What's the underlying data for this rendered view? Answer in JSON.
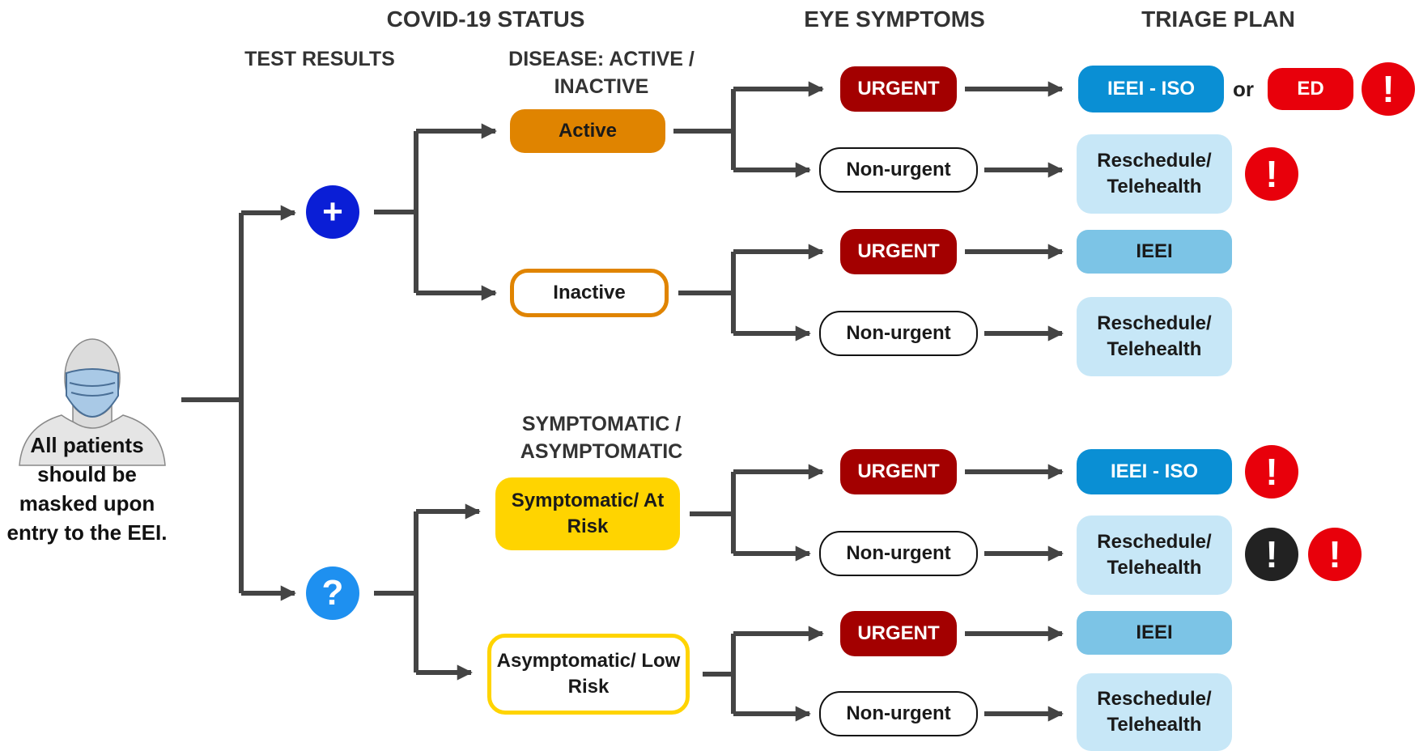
{
  "headers": {
    "covid_status": "COVID-19 STATUS",
    "eye_symptoms": "EYE SYMPTOMS",
    "triage_plan": "TRIAGE PLAN",
    "test_results": "TEST RESULTS",
    "disease": "DISEASE: ACTIVE / INACTIVE",
    "symptomatic_group": "SYMPTOMATIC / ASYMPTOMATIC"
  },
  "patient": {
    "icon": "masked-patient-icon",
    "caption": "All patients should be masked upon entry to the EEI."
  },
  "test_results": {
    "positive_icon": "plus-icon",
    "positive_symbol": "+",
    "unknown_icon": "question-icon",
    "unknown_symbol": "?"
  },
  "status_nodes": {
    "active": "Active",
    "inactive": "Inactive",
    "symptomatic": "Symptomatic/ At Risk",
    "asymptomatic": "Asymptomatic/ Low Risk"
  },
  "eye_symptoms": {
    "urgent": "URGENT",
    "non_urgent": "Non-urgent"
  },
  "triage": {
    "ieei_iso": "IEEI - ISO",
    "or": "or",
    "ed": "ED",
    "ieei": "IEEI",
    "reschedule": "Reschedule/ Telehealth",
    "alert_symbol": "!"
  },
  "colors": {
    "active": "#e08400",
    "symptomatic": "#ffd400",
    "urgent": "#a30000",
    "ieei_iso": "#0a8fd4",
    "ieei": "#7cc4e6",
    "reschedule": "#c7e7f7",
    "alert_red": "#e8000b",
    "alert_black": "#222222",
    "positive_badge": "#0a1ed6",
    "unknown_badge": "#1e90f0",
    "connector": "#444444"
  }
}
